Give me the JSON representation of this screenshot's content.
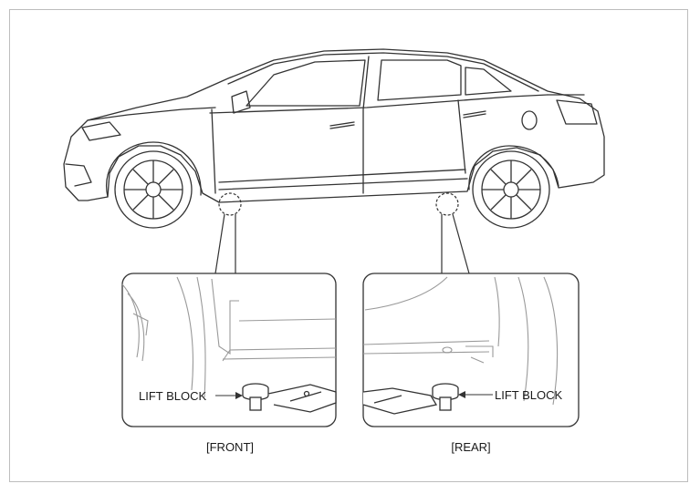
{
  "colors": {
    "line": "#333333",
    "light_line": "#9a9a9a",
    "frame": "#bdbdbd",
    "background": "#ffffff"
  },
  "callouts": {
    "front_label": "LIFT BLOCK",
    "rear_label": "LIFT BLOCK"
  },
  "captions": {
    "front": "[FRONT]",
    "rear": "[REAR]"
  }
}
